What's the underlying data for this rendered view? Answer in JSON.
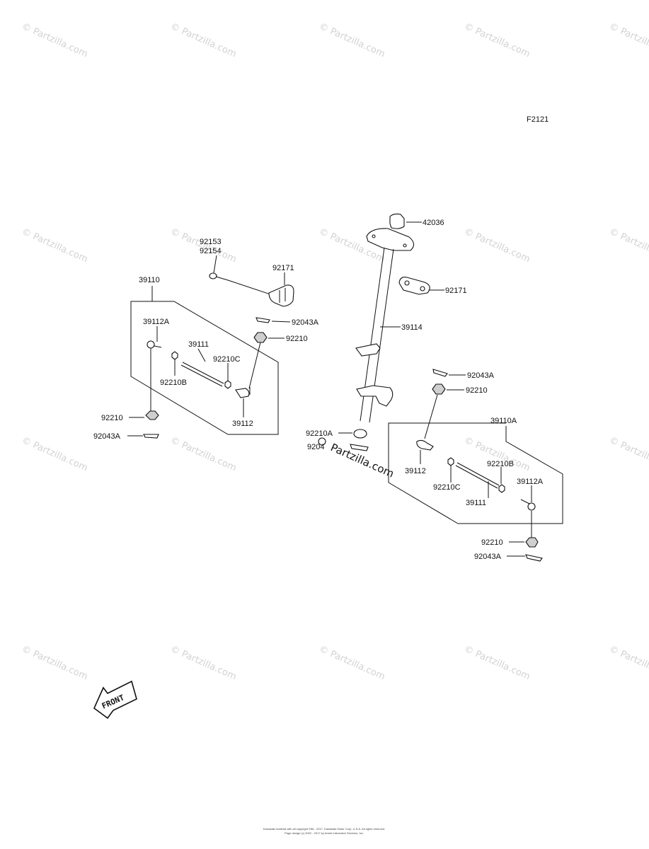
{
  "figure_id": "F2121",
  "watermark": "© Partzilla.com",
  "watermark_large": "Partzilla.com",
  "front_label": "FRONT",
  "footer": {
    "line1": "Kawasaki material with all copyright ©88 - 2017, Kawasaki Motor Corp. U.S.A. All rights reserved.",
    "line2": "Page design (c) 2002 - 2017 by Arinet Interactive Services, Inc."
  },
  "callouts": {
    "p92153": "92153",
    "p92154": "92154",
    "p92171_left": "92171",
    "p39110": "39110",
    "p92043A_top": "92043A",
    "p39112A_left": "39112A",
    "p92210_top": "92210",
    "p39111_left": "39111",
    "p92210C_left": "92210C",
    "p92210B_left": "92210B",
    "p92210_left": "92210",
    "p39112_left": "39112",
    "p92043A_left": "92043A",
    "p42036": "42036",
    "p92171_right": "92171",
    "p39114": "39114",
    "p92043A_mid": "92043A",
    "p92210_mid": "92210",
    "p39110A": "39110A",
    "p92210A": "92210A",
    "p9204x": "9204",
    "p39112_right": "39112",
    "p92210B_right": "92210B",
    "p92210C_right": "92210C",
    "p39111_right": "39111",
    "p39112A_right": "39112A",
    "p92210_bottom": "92210",
    "p92043A_bottom": "92043A"
  }
}
